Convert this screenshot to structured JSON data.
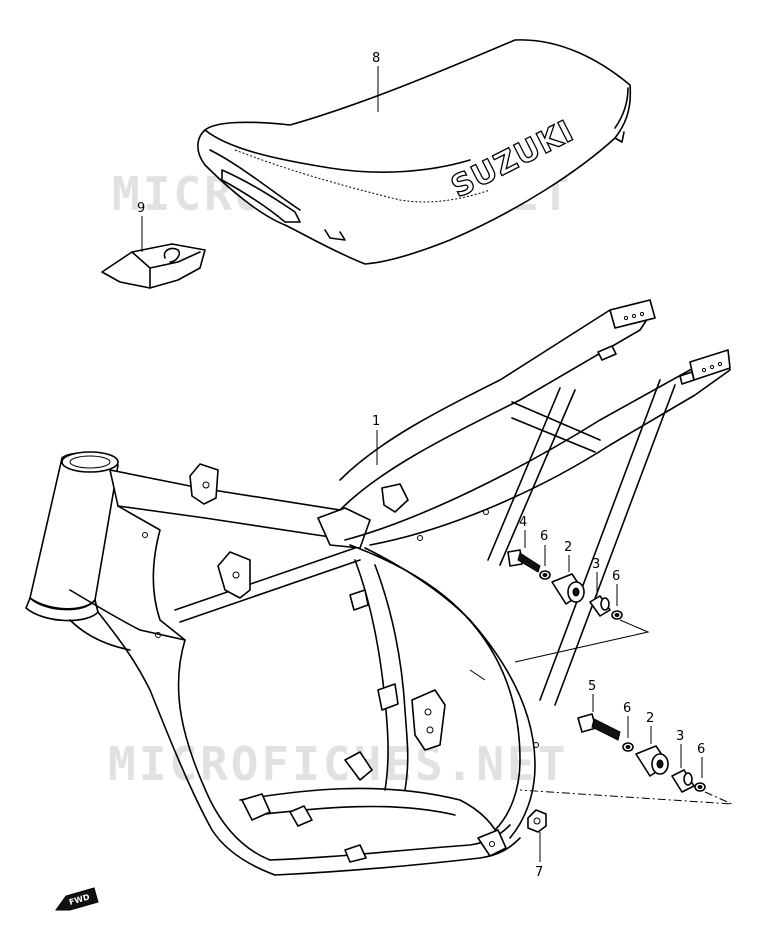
{
  "watermark": "MICROFICHES.NET",
  "seat_brand": "SUZUKI",
  "direction_marker": "FWD",
  "callouts": {
    "frame": "1",
    "cushion_upper": "2",
    "cushion_lower": "2",
    "spacer_upper": "3",
    "spacer_lower": "3",
    "bolt_upper": "4",
    "bolt_lower": "5",
    "washer_upper_left": "6",
    "washer_upper_right": "6",
    "washer_lower_left": "6",
    "washer_lower_right": "6",
    "nut": "7",
    "seat": "8",
    "pouch": "9"
  },
  "colors": {
    "line": "#000000",
    "background": "#ffffff",
    "watermark": "#c9c9c9"
  }
}
